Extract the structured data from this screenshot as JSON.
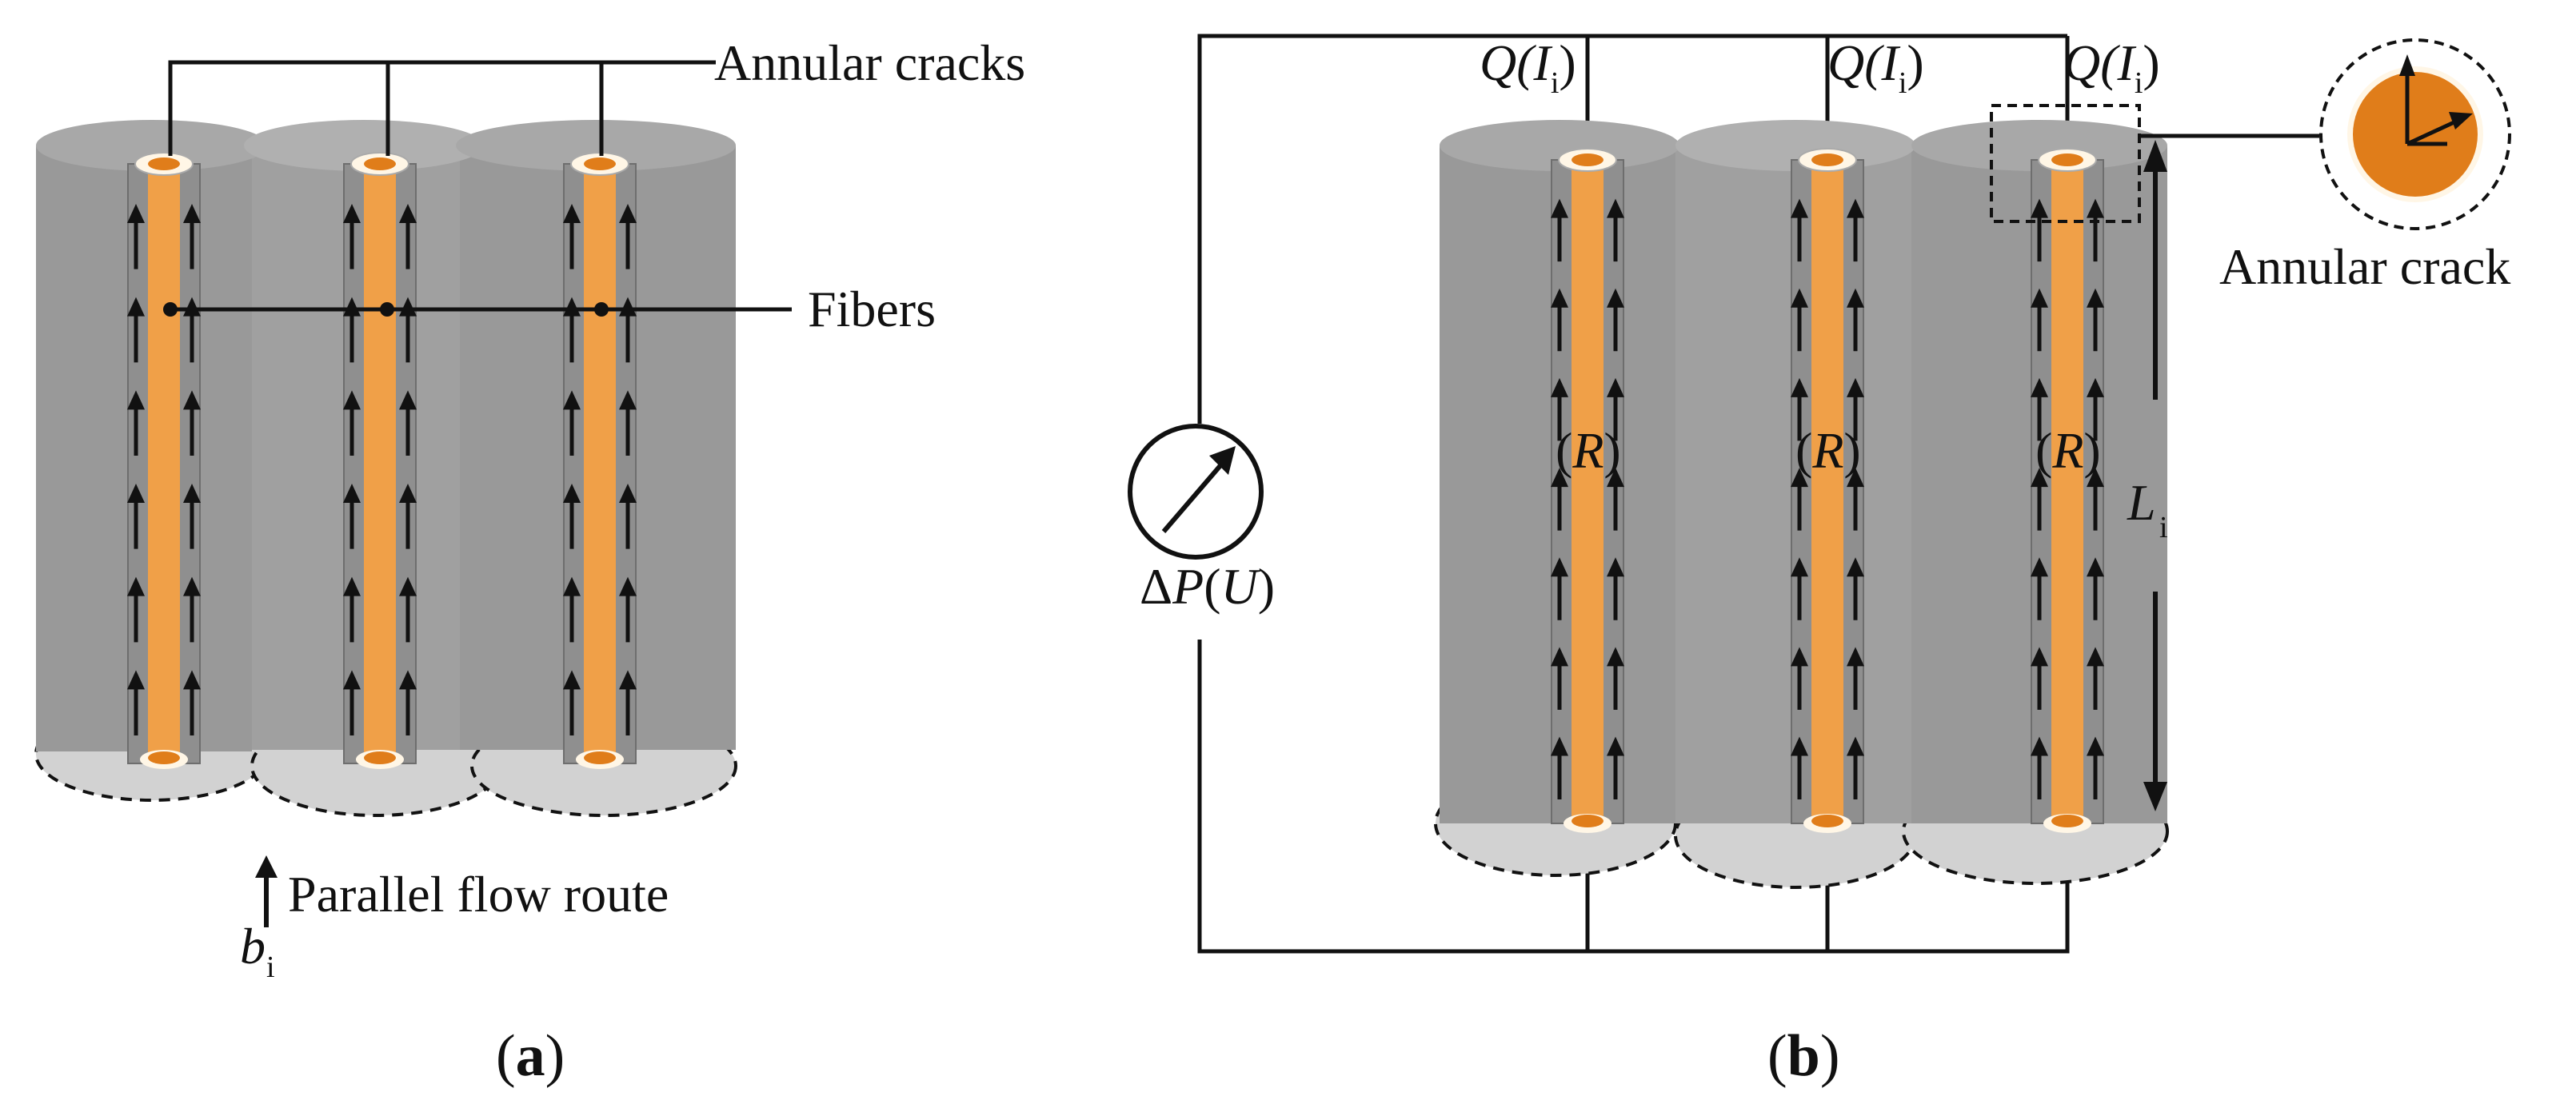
{
  "panel_a": {
    "label_open": "(",
    "label_letter": "a",
    "label_close": ")",
    "annular_cracks_label": "Annular cracks",
    "fibers_label": "Fibers",
    "flow_route_label": "Parallel flow route",
    "b_symbol": "b",
    "b_subscript": "i"
  },
  "panel_b": {
    "label_open": "(",
    "label_letter": "b",
    "label_close": ")",
    "flow_labels": [
      {
        "q": "Q(",
        "i": "I",
        "sub": "i",
        "close": ")"
      },
      {
        "q": "Q(",
        "i": "I",
        "sub": "i",
        "close": ")"
      },
      {
        "q": "Q(",
        "i": "I",
        "sub": "i",
        "close": ")"
      }
    ],
    "resistance_labels": [
      {
        "open": "(",
        "r": "R",
        "close": ")"
      },
      {
        "open": "(",
        "r": "R",
        "close": ")"
      },
      {
        "open": "(",
        "r": "R",
        "close": ")"
      }
    ],
    "pressure_delta": "Δ",
    "pressure_p": "P",
    "pressure_open": "(",
    "pressure_u": "U",
    "pressure_close": ")",
    "length_symbol": "L",
    "length_subscript": "i",
    "annular_crack_label": "Annular crack"
  },
  "colors": {
    "matrix": "#999999",
    "matrix_top": "#a6a6a6",
    "matrix_bottom": "#d2d2d2",
    "fiber": "#f0a048",
    "fiber_dark": "#e07d1a",
    "crack_ring": "#fff6e6",
    "line": "#111111"
  }
}
